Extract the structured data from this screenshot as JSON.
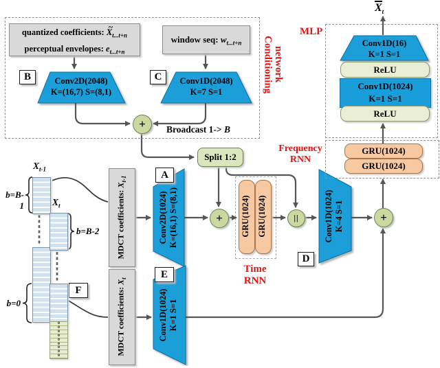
{
  "colors": {
    "conv_blue": "#1a9ed9",
    "gru_peach": "#f6c9a2",
    "relu_green": "#eaeed5",
    "op_green": "#cbd9a0",
    "box_gray": "#d9d9d9",
    "label_red": "#e41212",
    "arrow_gray": "#555555"
  },
  "conditioning_network": {
    "title": [
      "Conditioning",
      "network"
    ],
    "quantized_box": {
      "line1_label": "quantized coefficients:",
      "line1_var": "X",
      "line1_accent": "~",
      "line1_sub": "t...t+n",
      "line2_label": "perceptual envelopes:",
      "line2_var": "e",
      "line2_sub": "t...t+n"
    },
    "window_box": {
      "label": "window seq:",
      "var": "w",
      "sub": "t...t+n"
    },
    "conv_b": {
      "line1": "Conv2D(2048)",
      "line2": "K=(16,7) S=(8,1)"
    },
    "conv_c": {
      "line1": "Conv1D(2048)",
      "line2": "K=7 S=1"
    },
    "broadcast": {
      "text": "Broadcast 1->",
      "var": "B"
    }
  },
  "split_box": "Split 1:2",
  "mlp": {
    "title": "MLP",
    "conv16": {
      "line1": "Conv1D(16)",
      "line2": "K=1 S=1"
    },
    "relu1": "ReLU",
    "conv1024": {
      "line1": "Conv1D(1024)",
      "line2": "K=1 S=1"
    },
    "relu2": "ReLU"
  },
  "frequency_rnn": {
    "title": [
      "Frequency",
      "RNN"
    ],
    "gru1": "GRU(1024)",
    "gru2": "GRU(1024)"
  },
  "time_rnn": {
    "title": [
      "Time",
      "RNN"
    ],
    "gru1": "GRU(1024)",
    "gru2": "GRU(1024)"
  },
  "conv_a": {
    "line1": "Conv2D(1024)",
    "line2": "K=(16,1) S=(8,1)"
  },
  "conv_d": {
    "line1": "Conv1D(1024)",
    "line2": "K=4 S=1"
  },
  "conv_e": {
    "line1": "Conv1D(1024)",
    "line2": "K=1 S=1"
  },
  "mdct1": {
    "label": "MDCT coefficients:",
    "var": "X",
    "sub": "t-1"
  },
  "mdct2": {
    "label": "MDCT coefficients:",
    "var": "X",
    "sub": "t"
  },
  "left_panel": {
    "x_prev": {
      "var": "X",
      "sub": "t-1"
    },
    "x_cur": {
      "var": "X",
      "sub": "t"
    },
    "b_top": "b=B-1",
    "b_mid": "b=B-2",
    "b_bottom": "b=0",
    "zero": "0"
  },
  "block_tags": {
    "a": "A",
    "b": "B",
    "c": "C",
    "d": "D",
    "e": "E",
    "f": "F"
  },
  "operators": {
    "plus": "+",
    "concat": "||"
  },
  "output": {
    "var": "X",
    "sub": "t"
  }
}
